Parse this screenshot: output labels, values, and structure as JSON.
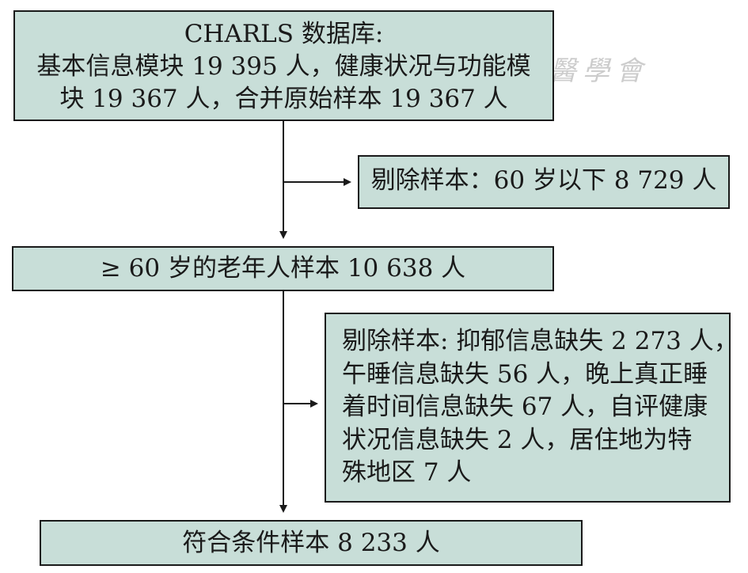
{
  "flowchart": {
    "box1": {
      "line1": "CHARLS 数据库:",
      "line2": "基本信息模块 19 395 人，健康状况与功能模",
      "line3": "块 19 367 人，合并原始样本 19 367 人"
    },
    "box2": {
      "line1": "剔除样本：60 岁以下 8 729 人"
    },
    "box3": {
      "line1": "≥ 60 岁的老年人样本 10 638 人"
    },
    "box4": {
      "line1": "剔除样本: 抑郁信息缺失 2 273 人，",
      "line2": "午睡信息缺失 56 人，晚上真正睡",
      "line3": "着时间信息缺失 67 人，自评健康",
      "line4": "状况信息缺失 2 人，居住地为特",
      "line5": "殊地区 7 人"
    },
    "box5": {
      "line1": "符合条件样本 8 233 人"
    }
  },
  "watermark": {
    "text": "中華醫學會"
  }
}
